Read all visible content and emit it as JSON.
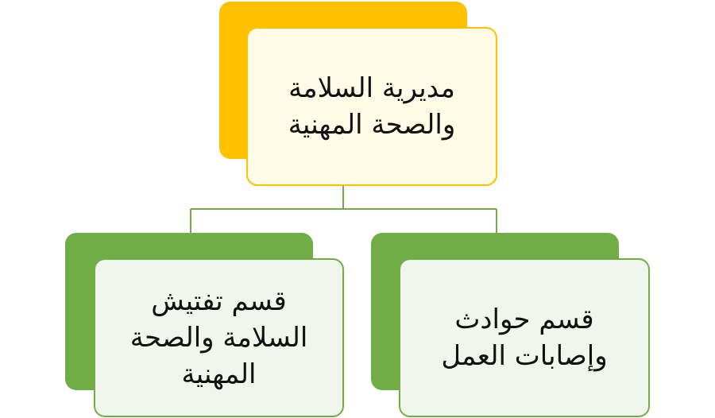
{
  "colors": {
    "root_accent": "#ffc000",
    "root_fill": "#fffbe6",
    "child_accent": "#70ad47",
    "child_fill": "#f1f6ec",
    "connector": "#70ad47"
  },
  "nodes": {
    "root": {
      "label": "مديرية السلامة\nوالصحة المهنية"
    },
    "left": {
      "label": "قسم تفتيش\nالسلامة والصحة\nالمهنية"
    },
    "right": {
      "label": "قسم حوادث\nوإصابات العمل"
    }
  }
}
